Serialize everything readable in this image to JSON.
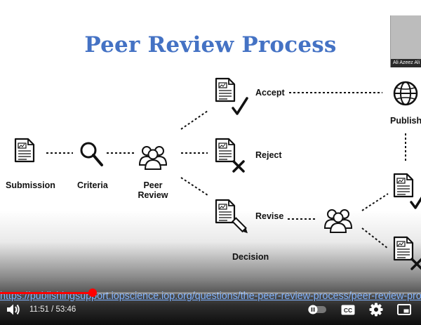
{
  "slide": {
    "title": "Peer Review Process",
    "nodes": {
      "submission": "Submission",
      "criteria": "Criteria",
      "peer_review_line1": "Peer",
      "peer_review_line2": "Review",
      "accept": "Accept",
      "reject": "Reject",
      "revise": "Revise",
      "decision": "Decision",
      "publish": "Publish"
    }
  },
  "webcam": {
    "name": "Ali Azeez Ali"
  },
  "overlay_url": "https://publishingsupport.iopscience.iop.org/questions/the-peer-review-process/peer-review-process",
  "player": {
    "current_time": "11:51",
    "separator": " / ",
    "duration": "53:46",
    "progress_fraction": 0.22,
    "accent_color": "#ff0000",
    "icons": [
      "volume-icon",
      "autoplay-toggle-icon",
      "captions-icon",
      "settings-icon",
      "miniplayer-icon"
    ]
  }
}
